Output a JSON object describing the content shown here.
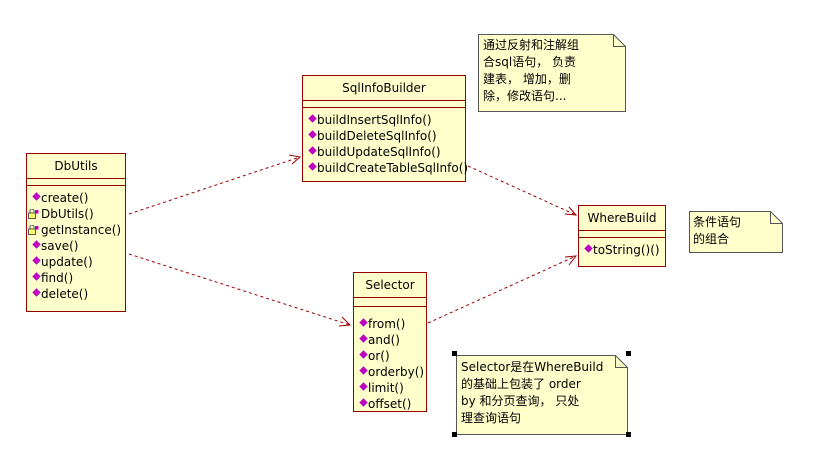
{
  "classes": {
    "dbutils": {
      "name": "DbUtils",
      "operations": [
        {
          "label": "create()",
          "visibility": "public"
        },
        {
          "label": "DbUtils()",
          "visibility": "protected"
        },
        {
          "label": "getInstance()",
          "visibility": "protected"
        },
        {
          "label": "save()",
          "visibility": "public"
        },
        {
          "label": "update()",
          "visibility": "public"
        },
        {
          "label": "find()",
          "visibility": "public"
        },
        {
          "label": "delete()",
          "visibility": "public"
        }
      ]
    },
    "sqlinfobuilder": {
      "name": "SqlInfoBuilder",
      "operations": [
        {
          "label": "buildInsertSqlInfo()",
          "visibility": "public"
        },
        {
          "label": "buildDeleteSqlInfo()",
          "visibility": "public"
        },
        {
          "label": "buildUpdateSqlInfo()",
          "visibility": "public"
        },
        {
          "label": "buildCreateTableSqlInfo()",
          "visibility": "public"
        }
      ]
    },
    "selector": {
      "name": "Selector",
      "operations": [
        {
          "label": "from()",
          "visibility": "public"
        },
        {
          "label": "and()",
          "visibility": "public"
        },
        {
          "label": "or()",
          "visibility": "public"
        },
        {
          "label": "orderby()",
          "visibility": "public"
        },
        {
          "label": "limit()",
          "visibility": "public"
        },
        {
          "label": "offset()",
          "visibility": "public"
        }
      ]
    },
    "wherebuild": {
      "name": "WhereBuild",
      "operations": [
        {
          "label": "toString()()",
          "visibility": "public"
        }
      ]
    }
  },
  "notes": {
    "sqlinfobuilder_note": "通过反射和注解组\n合sql语句， 负责\n建表， 增加，删\n除，修改语句...",
    "wherebuild_note": "条件语句\n的组合",
    "selector_note": "Selector是在WhereBuild\n的基础上包装了 order\nby 和分页查询， 只处\n理查询语句"
  },
  "relations": [
    {
      "from": "DbUtils",
      "to": "SqlInfoBuilder",
      "style": "dependency"
    },
    {
      "from": "DbUtils",
      "to": "Selector",
      "style": "dependency"
    },
    {
      "from": "SqlInfoBuilder",
      "to": "WhereBuild",
      "style": "dependency"
    },
    {
      "from": "Selector",
      "to": "WhereBuild",
      "style": "dependency"
    }
  ],
  "colors": {
    "class_fill": "#ffffcc",
    "class_border": "#990000",
    "arrow": "#990000",
    "public_marker": "#c000c0"
  }
}
